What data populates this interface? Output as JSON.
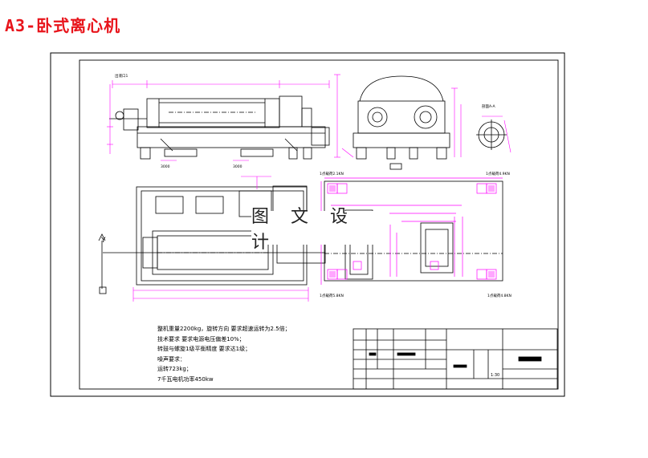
{
  "title": "A3-卧式离心机",
  "watermark": "图 文 设 计",
  "notes": [
    "整机重量2200kg，旋转方向  要求超速运转为2.5倍；",
    "技术要求   要求电源电压偏差10%；",
    "转鼓与螺旋1级平衡精度  要求达1级；",
    "噪声要求：",
    "运转723kg；",
    "7千瓦电机功率450kw"
  ],
  "load_labels": [
    "1点载荷2.1KN",
    "1点载荷4.9KN",
    "1点载荷5.8KN",
    "1点载荷4.8KN"
  ],
  "scale": "1:30",
  "colors": {
    "drawing": "#000000",
    "dimension": "#ff00ff",
    "title": "#e8141b"
  }
}
